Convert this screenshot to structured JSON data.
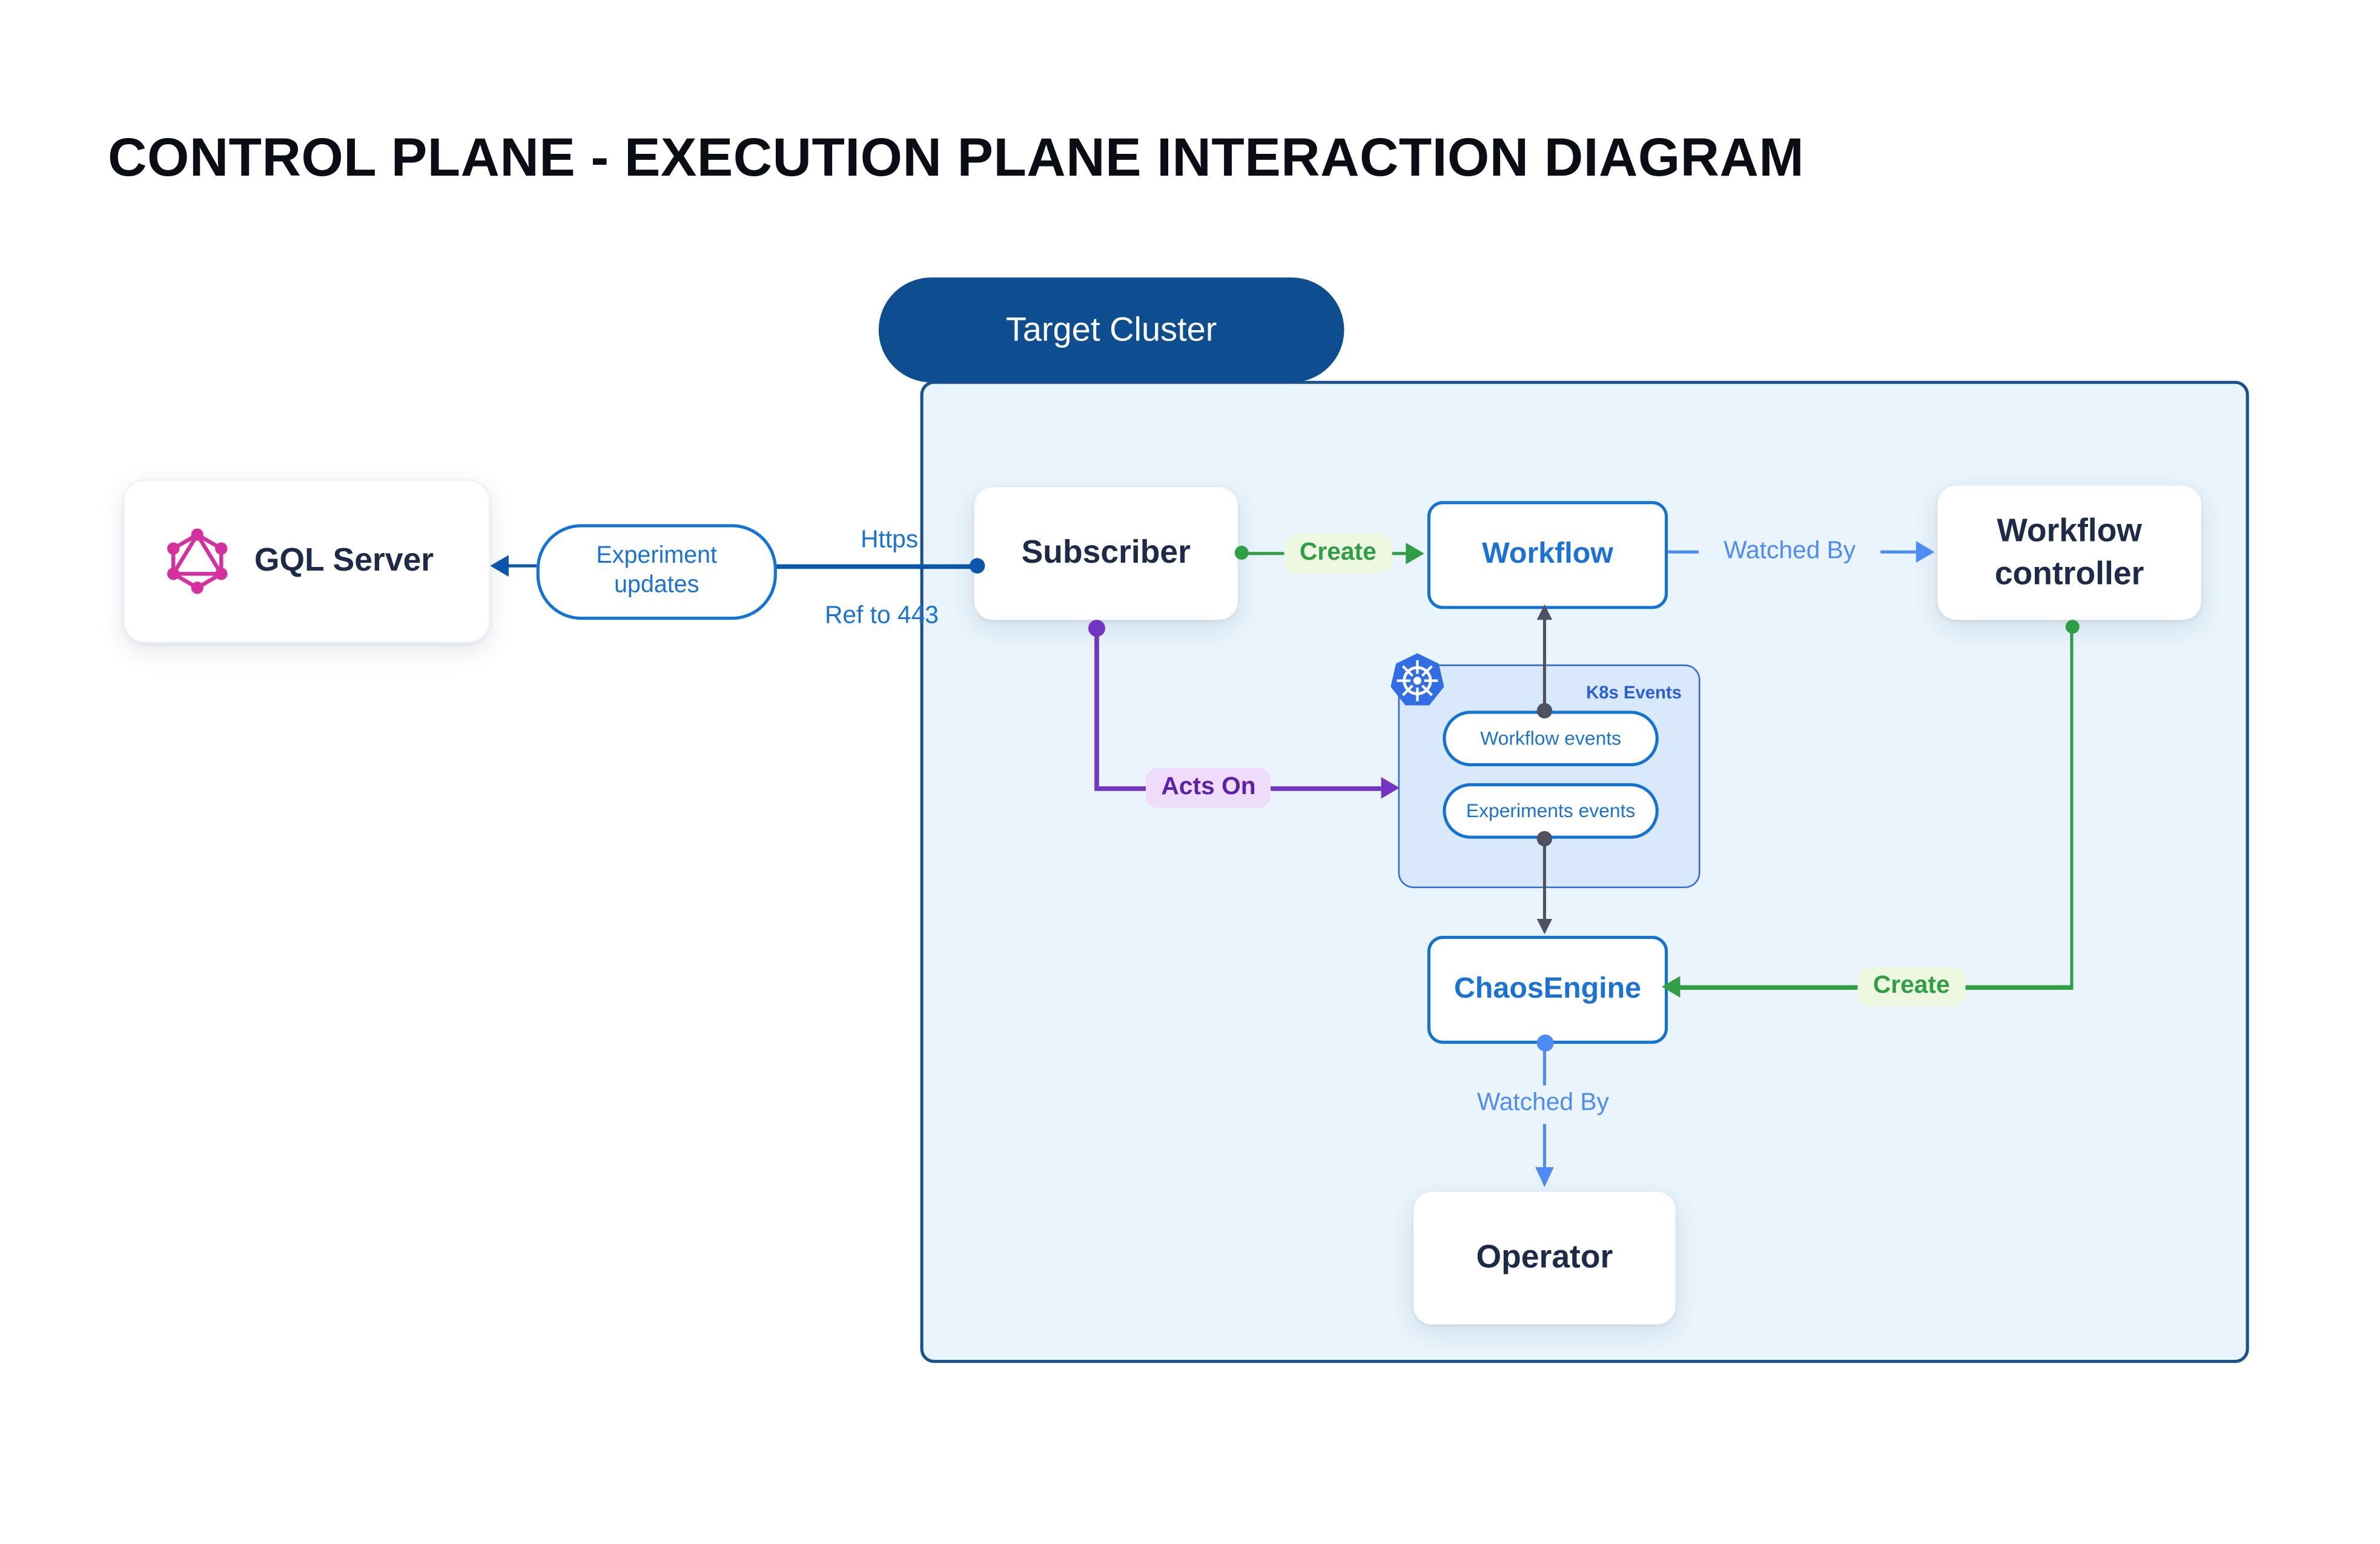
{
  "title": "CONTROL PLANE - EXECUTION PLANE INTERACTION DIAGRAM",
  "cluster": {
    "label": "Target Cluster"
  },
  "nodes": {
    "gql_server": {
      "label": "GQL Server",
      "icon": "graphql-icon"
    },
    "subscriber": {
      "label": "Subscriber"
    },
    "workflow": {
      "label": "Workflow"
    },
    "workflow_controller": {
      "label": "Workflow controller"
    },
    "k8s_events": {
      "label": "K8s Events",
      "icon": "kubernetes-icon",
      "pills": [
        "Workflow events",
        "Experiments events"
      ]
    },
    "chaos_engine": {
      "label": "ChaosEngine"
    },
    "operator": {
      "label": "Operator"
    }
  },
  "edges": {
    "experiment_updates": {
      "label": "Experiment updates"
    },
    "https": {
      "label": "Https"
    },
    "ref_443": {
      "label": "Ref to 443"
    },
    "create_workflow": {
      "label": "Create"
    },
    "watched_by_workflow": {
      "label": "Watched By"
    },
    "acts_on": {
      "label": "Acts On"
    },
    "create_chaosengine": {
      "label": "Create"
    },
    "watched_by_operator": {
      "label": "Watched By"
    }
  },
  "colors": {
    "cluster_fill": "#e9f4fc",
    "cluster_border": "#1c4f8f",
    "pill_bg": "#0f4d91",
    "node_text": "#1d2b48",
    "blue_accent": "#1273d4",
    "blue_text": "#1a73d4",
    "https_blue": "#0c56a9",
    "light_blue": "#4e8bf4",
    "green": "#2f9e44",
    "green_bg": "#eef8e1",
    "purple": "#7434c2",
    "purple_text": "#5b21a8",
    "purple_bg": "#efdcfa",
    "dark_line": "#4f5160",
    "k8s_fill": "#d9e8fb",
    "k8s_border": "#2e6bd8",
    "k8s_label": "#2b5fd9",
    "graphql_pink": "#d5309f",
    "kubernetes_blue": "#326de6"
  }
}
